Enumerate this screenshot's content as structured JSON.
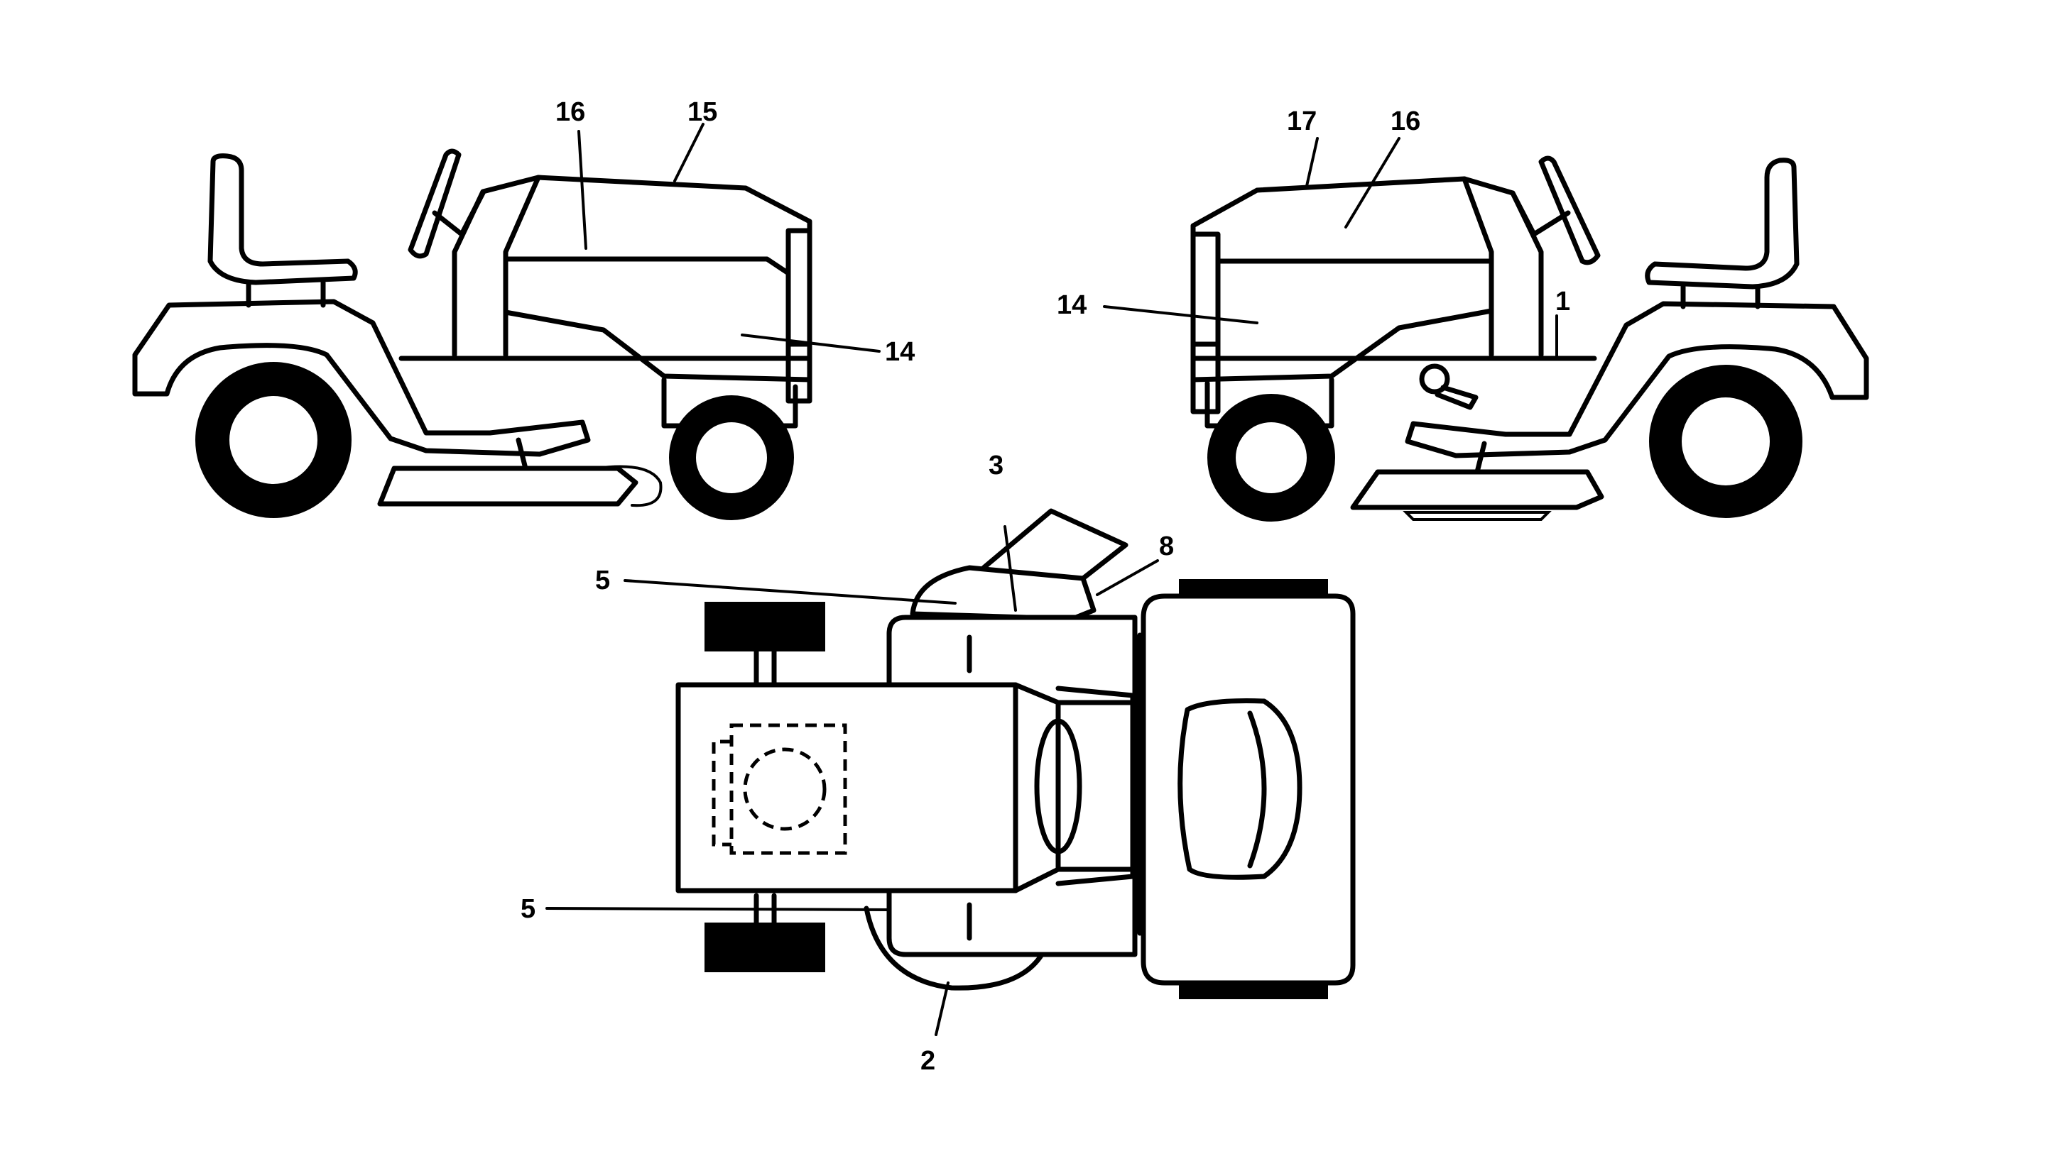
{
  "callouts": {
    "left_view": {
      "a": "16",
      "b": "15",
      "c": "14"
    },
    "right_view": {
      "a": "17",
      "b": "16",
      "c": "14",
      "d": "1"
    },
    "top_view": {
      "a": "3",
      "b": "8",
      "c": "5",
      "d": "5",
      "e": "2"
    }
  }
}
